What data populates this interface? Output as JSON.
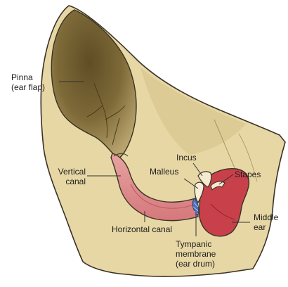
{
  "labels": {
    "pinna": [
      "Pinna",
      "(ear flap)"
    ],
    "vertical_canal": [
      "Vertical",
      "canal"
    ],
    "horizontal_canal": "Horizontal canal",
    "incus": "Incus",
    "malleus": "Malleus",
    "stapes": "Stapes",
    "middle_ear": [
      "Middle",
      "ear"
    ],
    "tympanic_membrane": [
      "Tympanic",
      "membrane",
      "(ear drum)"
    ]
  },
  "colors": {
    "head_skin": "#e7d7a4",
    "skin_shadow": "#d2bf86",
    "pinna_inner_dark": "#6e5a2c",
    "pinna_inner_light": "#b6a06a",
    "canal_pink": "#de8c8c",
    "canal_pink_dark": "#c65e64",
    "middle_ear_red": "#c8404a",
    "eardrum_blue": "#4f71b8",
    "outline": "#3a3226",
    "leader_line": "#333333"
  }
}
